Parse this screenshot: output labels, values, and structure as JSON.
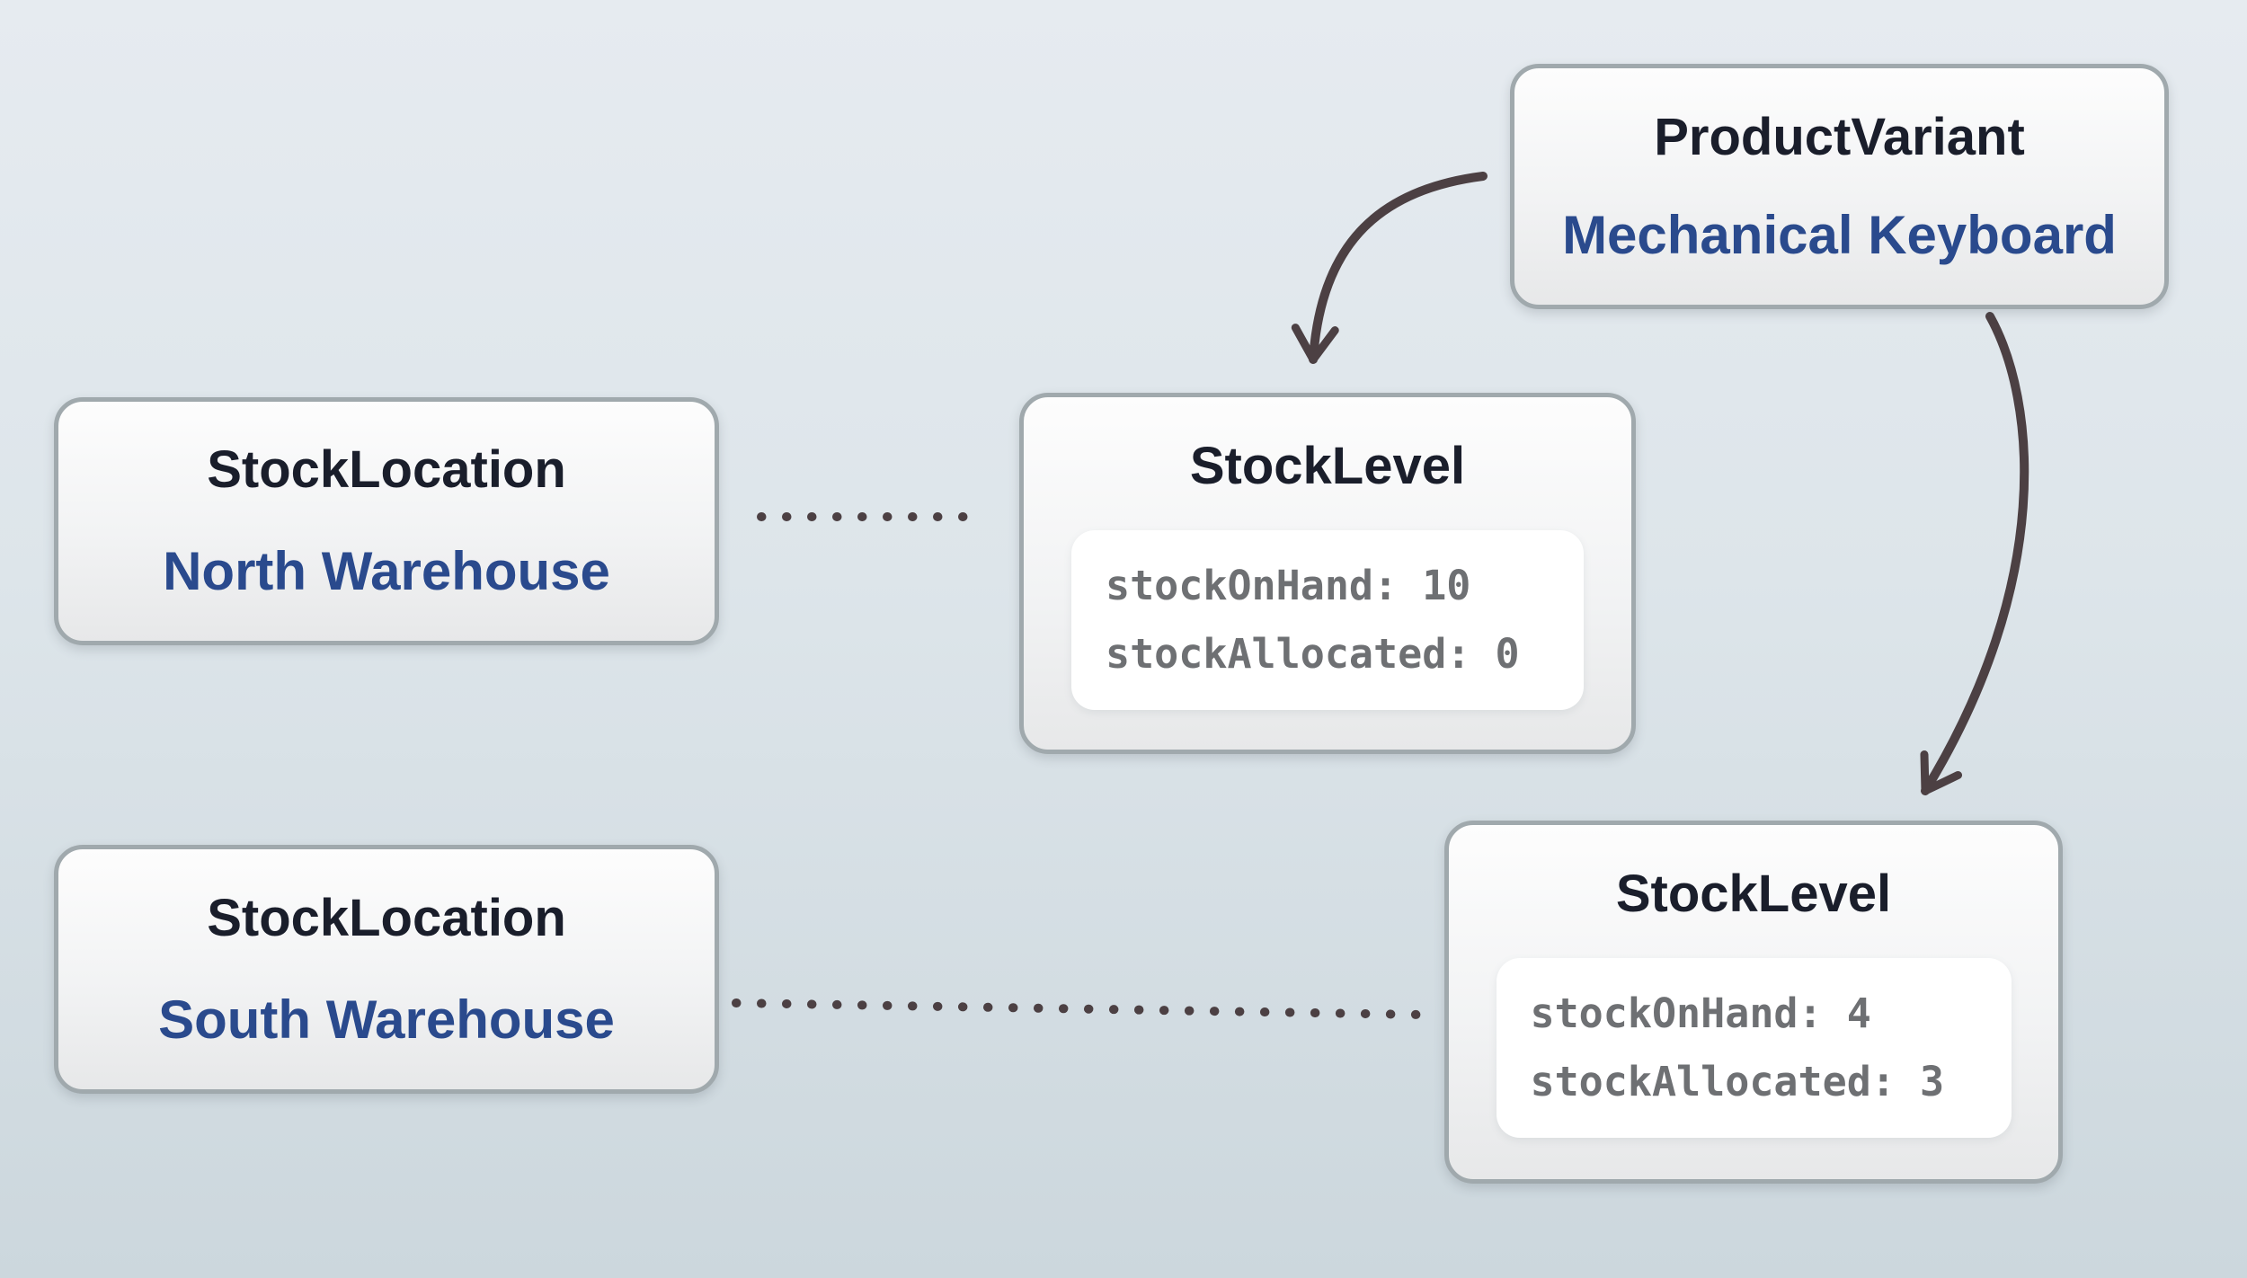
{
  "theme": {
    "bg-top": "#e6ebf0",
    "bg-mid": "#dde5ea",
    "bg-bottom": "#ccd7dd",
    "card-border": "#a0a9ad",
    "card-bg-top": "#fdfdfd",
    "card-bg-bottom": "#e7e8e9",
    "panel-bg": "#ffffff",
    "title-color": "#1a1e2b",
    "name-color": "#2a4a8d",
    "code-color": "#6e7073",
    "connector-color": "#4c4043"
  },
  "entities": {
    "product_variant": {
      "type": "ProductVariant",
      "name": "Mechanical Keyboard"
    },
    "stock_location_north": {
      "type": "StockLocation",
      "name": "North Warehouse"
    },
    "stock_location_south": {
      "type": "StockLocation",
      "name": "South Warehouse"
    },
    "stock_level_north": {
      "type": "StockLevel",
      "lines": [
        "stockOnHand: 10",
        "stockAllocated: 0"
      ]
    },
    "stock_level_south": {
      "type": "StockLevel",
      "lines": [
        "stockOnHand: 4",
        "stockAllocated: 3"
      ]
    }
  }
}
